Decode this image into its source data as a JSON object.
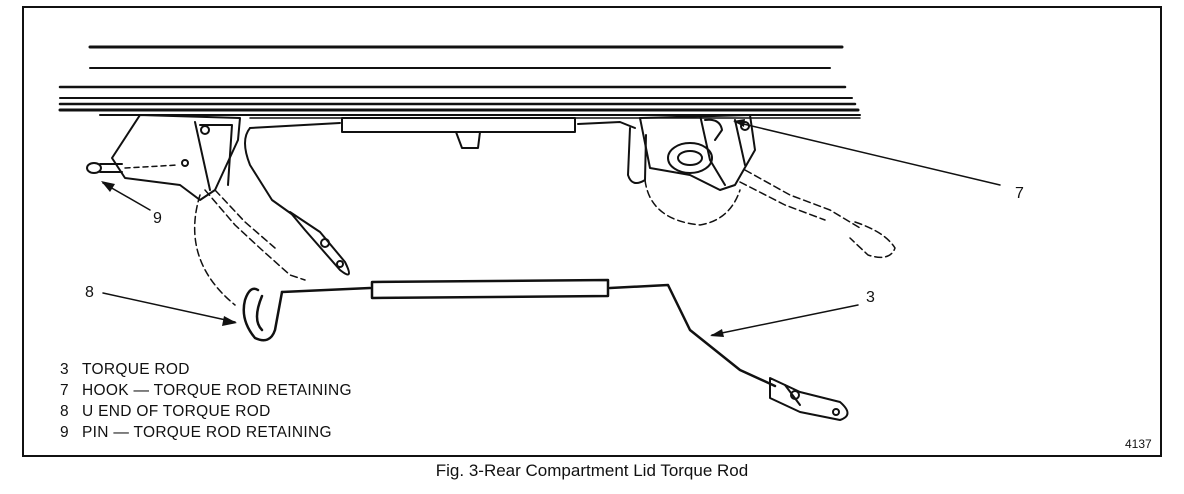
{
  "callouts": {
    "c9": "9",
    "c7": "7",
    "c8": "8",
    "c3": "3"
  },
  "legend": [
    {
      "num": "3",
      "text": "TORQUE ROD"
    },
    {
      "num": "7",
      "text": "HOOK — TORQUE ROD RETAINING"
    },
    {
      "num": "8",
      "text": "U END OF TORQUE ROD"
    },
    {
      "num": "9",
      "text": "PIN — TORQUE ROD RETAINING"
    }
  ],
  "figure_number": "4137",
  "caption": "Fig. 3-Rear Compartment Lid Torque Rod"
}
